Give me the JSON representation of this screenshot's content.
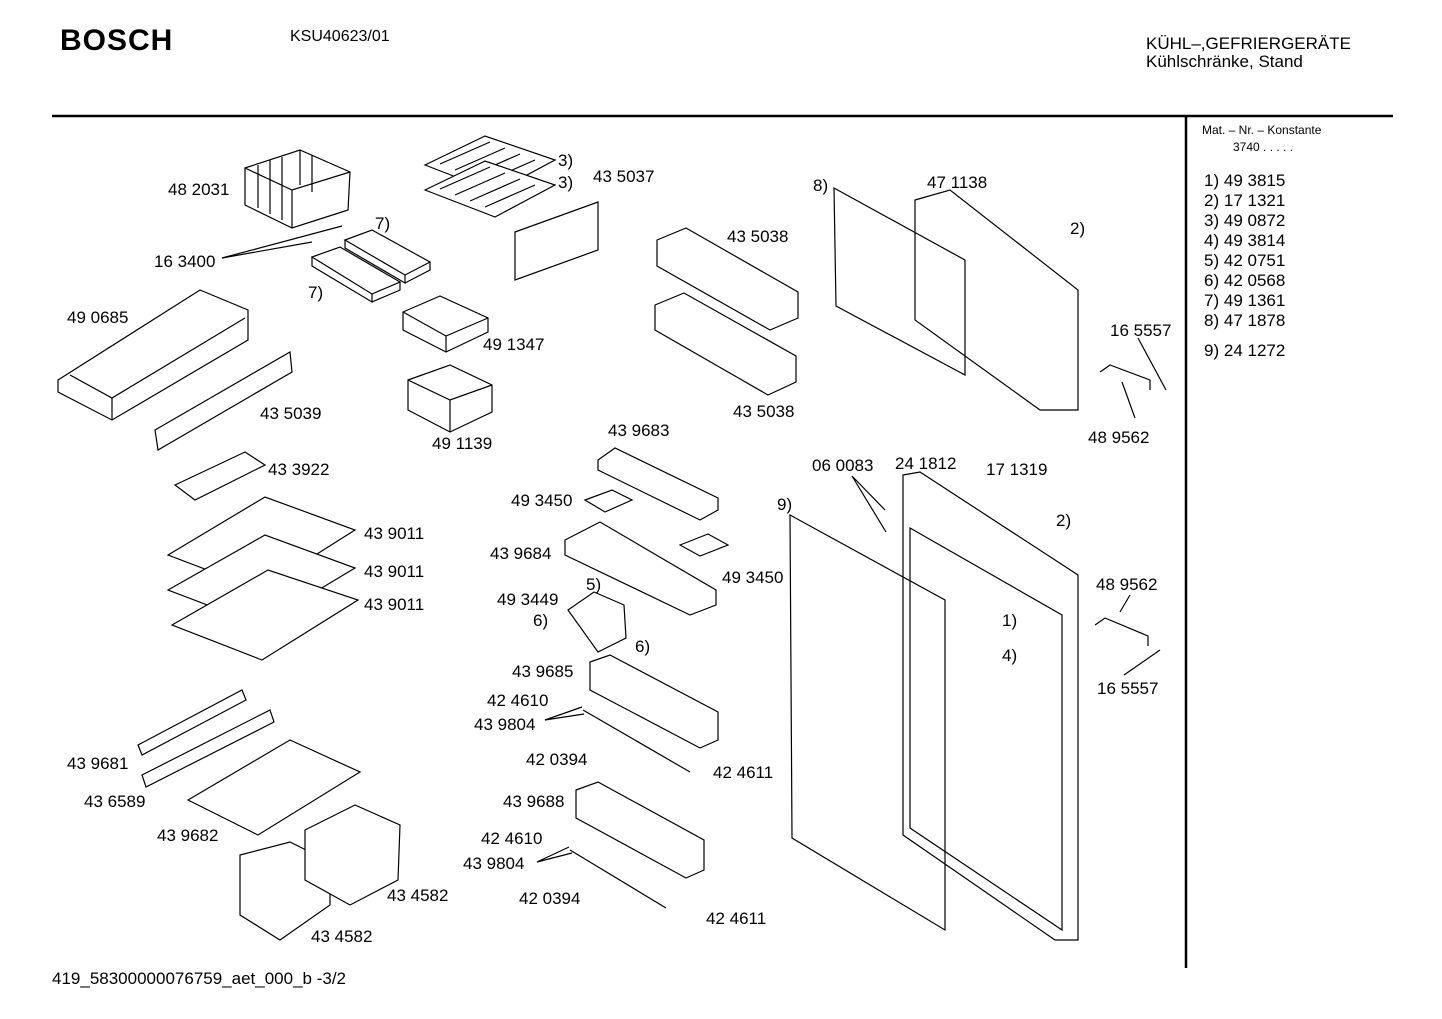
{
  "header": {
    "brand": "BOSCH",
    "model": "KSU40623/01",
    "category_line1": "KÜHL–,GEFRIERGERÄTE",
    "category_line2": "Kühlschränke, Stand"
  },
  "sidebar": {
    "title": "Mat. – Nr. – Konstante",
    "constant": "3740  .  .  .  .  .",
    "legend": [
      {
        "key": "1)",
        "value": "49 3815"
      },
      {
        "key": "2)",
        "value": "17 1321"
      },
      {
        "key": "3)",
        "value": "49 0872"
      },
      {
        "key": "4)",
        "value": "49 3814"
      },
      {
        "key": "5)",
        "value": "42 0751"
      },
      {
        "key": "6)",
        "value": "42 0568"
      },
      {
        "key": "7)",
        "value": "49 1361"
      },
      {
        "key": "8)",
        "value": "47 1878"
      },
      {
        "key": "9)",
        "value": "24 1272"
      }
    ]
  },
  "labels": {
    "l01": "48 2031",
    "l02": "16 3400",
    "l03": "7)",
    "l04": "7)",
    "l05": "3)",
    "l06": "3)",
    "l07": "43 5037",
    "l08": "49 0685",
    "l09": "49 1347",
    "l10": "43 5039",
    "l11": "49 1139",
    "l12": "43 3922",
    "l13": "43 9011",
    "l14": "43 9011",
    "l15": "43 9011",
    "l16": "43 9681",
    "l17": "43 6589",
    "l18": "43 9682",
    "l19": "43 4582",
    "l20": "43 4582",
    "l21": "43 5038",
    "l22": "43 5038",
    "l23": "8)",
    "l24": "47 1138",
    "l25": "2)",
    "l26": "16 5557",
    "l27": "48 9562",
    "l28": "43 9683",
    "l29": "49 3450",
    "l30": "43 9684",
    "l31": "49 3450",
    "l32": "5)",
    "l33": "49 3449",
    "l34": "6)",
    "l35": "6)",
    "l36": "43 9685",
    "l37": "42 4610",
    "l38": "43 9804",
    "l39": "42 0394",
    "l40": "42 4611",
    "l41": "43 9688",
    "l42": "42 4610",
    "l43": "43 9804",
    "l44": "42 0394",
    "l45": "42 4611",
    "l46": "06 0083",
    "l47": "24 1812",
    "l48": "17 1319",
    "l49": "9)",
    "l50": "2)",
    "l51": "48 9562",
    "l52": "1)",
    "l53": "4)",
    "l54": "16 5557"
  },
  "footer": {
    "doc_id": "419_58300000076759_aet_000_b -3/2"
  }
}
